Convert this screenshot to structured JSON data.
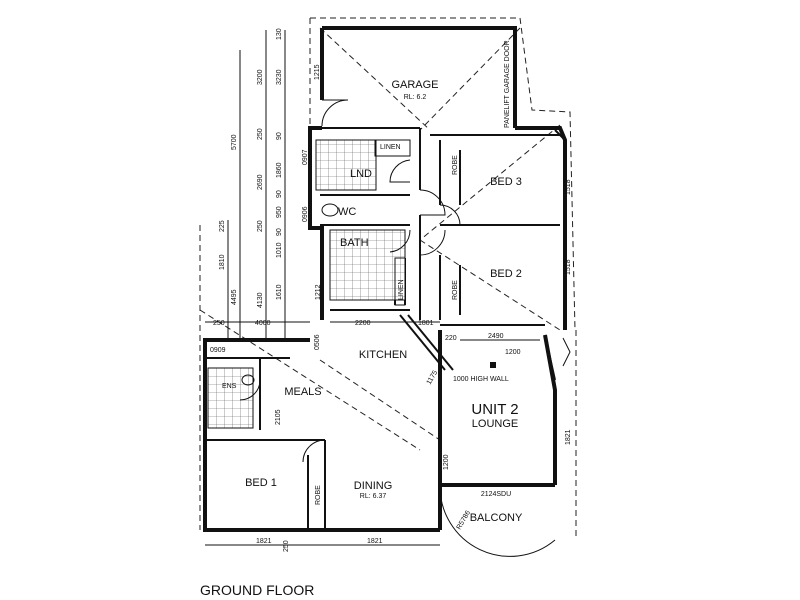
{
  "title": "GROUND FLOOR",
  "unit": {
    "name": "UNIT 2",
    "room": "LOUNGE"
  },
  "rooms": {
    "garage": "GARAGE",
    "garage_rl": "RL: 6.2",
    "garage_door": "PANELIFT GARAGE DOOR",
    "linen_upper": "LINEN",
    "lnd": "LND",
    "wc": "WC",
    "bath": "BATH",
    "linen_lower": "LINEN",
    "robe_bed3": "ROBE",
    "bed3": "BED 3",
    "robe_bed2": "ROBE",
    "bed2": "BED 2",
    "kitchen": "KITCHEN",
    "wall_note": "1000 HIGH WALL",
    "ens": "ENS",
    "meals": "MEALS",
    "bed1": "BED 1",
    "robe_bed1": "ROBE",
    "dining": "DINING",
    "dining_rl": "RL: 6.37",
    "balcony": "BALCONY",
    "sdu": "2124SDU",
    "radius": "R5786"
  },
  "dims": {
    "v5700": "5700",
    "v3200": "3200",
    "v3230": "3230",
    "v130": "130",
    "v2690": "2690",
    "v250a": "250",
    "v90a": "90",
    "v1860": "1860",
    "v90b": "90",
    "v950": "950",
    "v250b": "250",
    "v90c": "90",
    "v1010": "1010",
    "v1610": "1610",
    "v4130": "4130",
    "v4495": "4495",
    "v1810": "1810",
    "v225": "225",
    "d1215": "1215",
    "d0907": "0907",
    "d0906": "0906",
    "d1212": "1212",
    "d1518a": "1518",
    "d1518b": "1518",
    "d250": "250",
    "d4000": "4000",
    "d2200": "2200",
    "d1801": "1801",
    "d0909": "0909",
    "d0506": "0506",
    "d2490": "2490",
    "d1200": "1200",
    "d1175": "1175",
    "d2105": "2105",
    "d1821r": "1821",
    "d1821a": "1821",
    "d1821b": "1821",
    "d250b": "250",
    "d1200b": "1200",
    "d220": "220"
  }
}
